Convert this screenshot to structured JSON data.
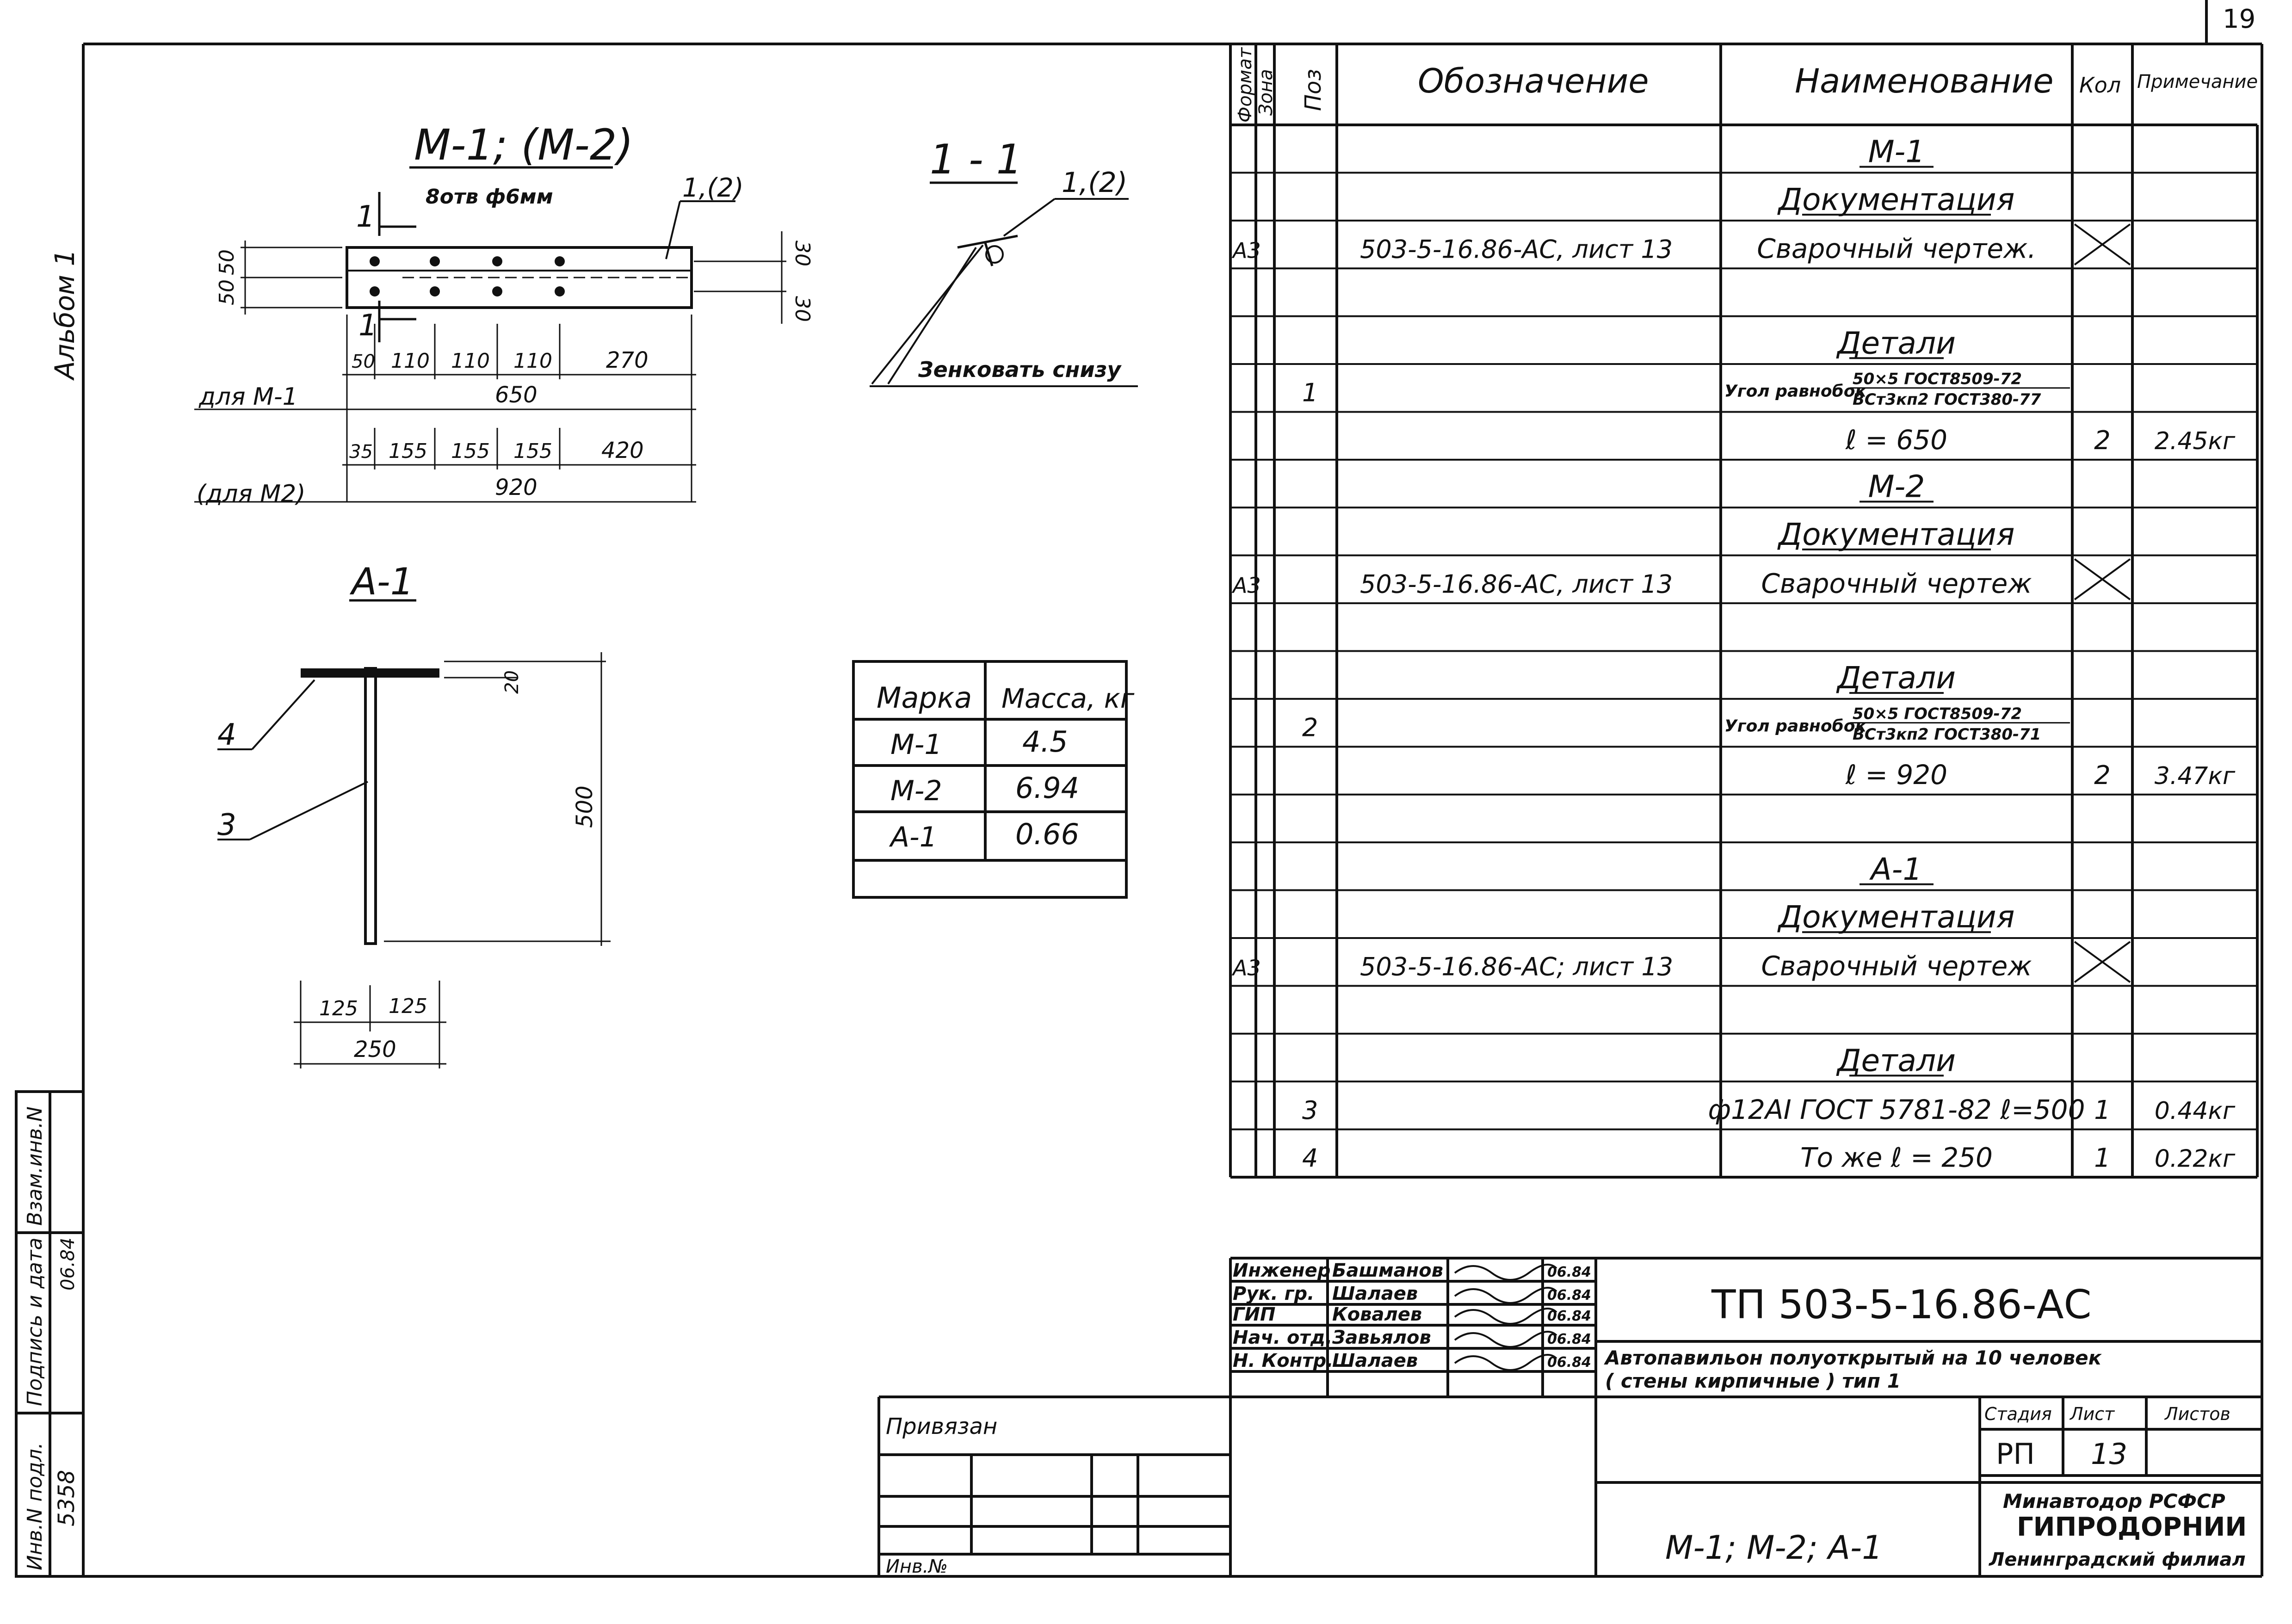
{
  "sheet_number_corner": "19",
  "side_album": "Альбом 1",
  "stamp_side": {
    "inv_podl_label": "Инв.N подл.",
    "inv_podl_value": "5358",
    "podpis_label": "Подпись и дата",
    "podpis_date": "06.84",
    "vzam_label": "Взам.инв.N"
  },
  "drawing": {
    "m1m2_title": "М-1; (М-2)",
    "holes_note": "8отв ф6мм",
    "ref_12": "1,(2)",
    "dims_m1": [
      "50",
      "110",
      "110",
      "110",
      "270"
    ],
    "total_m1": "650",
    "dims_m2": [
      "35",
      "155",
      "155",
      "155",
      "420"
    ],
    "total_m2": "920",
    "label_m1": "для М-1",
    "label_m2": "(для М2)",
    "height_dims": [
      "50",
      "50"
    ],
    "side_dims": [
      "30",
      "30"
    ],
    "section_mark": "1",
    "section_title": "1 - 1",
    "section_ref": "1,(2)",
    "zenkovat": "Зенковать снизу",
    "a1_title": "А-1",
    "a1_dim_20": "20",
    "a1_dim_500": "500",
    "a1_dims_bottom": [
      "125",
      "125"
    ],
    "a1_total": "250",
    "a1_label_4": "4",
    "a1_label_3": "3"
  },
  "mass_table": {
    "headers": [
      "Марка",
      "Масса, кг"
    ],
    "rows": [
      [
        "М-1",
        "4.5"
      ],
      [
        "М-2",
        "6.94"
      ],
      [
        "А-1",
        "0.66"
      ]
    ]
  },
  "spec_table": {
    "headers": {
      "format": "Формат",
      "zone": "Зона",
      "pos": "Поз",
      "designation": "Обозначение",
      "name": "Наименование",
      "qty": "Кол",
      "note": "Примечание"
    },
    "rows": [
      {
        "name": "М-1",
        "style": "title"
      },
      {
        "name": "Документация",
        "style": "title"
      },
      {
        "format": "А3",
        "designation": "503-5-16.86-АС, лист 13",
        "name": "Сварочный чертеж.",
        "cross": true
      },
      {},
      {
        "name": "Детали",
        "style": "title"
      },
      {
        "pos": "1",
        "name_frac_prefix": "Угол равнобок",
        "name_frac_top": "50×5 ГОСТ8509-72",
        "name_frac_bot": "ВСт3кп2 ГОСТ380-77"
      },
      {
        "name": "ℓ = 650",
        "qty": "2",
        "note": "2.45кг"
      },
      {
        "name": "М-2",
        "style": "title"
      },
      {
        "name": "Документация",
        "style": "title"
      },
      {
        "format": "А3",
        "designation": "503-5-16.86-АС, лист 13",
        "name": "Сварочный чертеж",
        "cross": true
      },
      {},
      {
        "name": "Детали",
        "style": "title"
      },
      {
        "pos": "2",
        "name_frac_prefix": "Угол равнобок",
        "name_frac_top": "50×5 ГОСТ8509-72",
        "name_frac_bot": "ВСт3кп2 ГОСТ380-71"
      },
      {
        "name": "ℓ = 920",
        "qty": "2",
        "note": "3.47кг"
      },
      {},
      {
        "name": "А-1",
        "style": "title"
      },
      {
        "name": "Документация",
        "style": "title"
      },
      {
        "format": "А3",
        "designation": "503-5-16.86-АС; лист 13",
        "name": "Сварочный чертеж",
        "cross": true
      },
      {},
      {
        "name": "Детали",
        "style": "title"
      },
      {
        "pos": "3",
        "name": "ф12АI ГОСТ 5781-82 ℓ=500",
        "qty": "1",
        "note": "0.44кг"
      },
      {
        "pos": "4",
        "name": "То же     ℓ = 250",
        "qty": "1",
        "note": "0.22кг"
      }
    ]
  },
  "title_block": {
    "doc_code": "ТП 503-5-16.86-АС",
    "project": "Автопавильон полуоткрытый на 10 человек",
    "project2": "( стены кирпичные ) тип 1",
    "staff": [
      {
        "role": "Инженер",
        "name": "Башманов",
        "date": "06.84"
      },
      {
        "role": "Рук. гр.",
        "name": "Шалаев",
        "date": "06.84"
      },
      {
        "role": "ГИП",
        "name": "Ковалев",
        "date": "06.84"
      },
      {
        "role": "Нач. отд.",
        "name": "Завьялов",
        "date": "06.84"
      },
      {
        "role": "Н. Контр.",
        "name": "Шалаев",
        "date": "06.84"
      }
    ],
    "stage_label": "Стадия",
    "sheet_label": "Лист",
    "sheets_label": "Листов",
    "stage": "РП",
    "sheet": "13",
    "sheets": "",
    "marks": "М-1; М-2; А-1",
    "org1": "Минавтодор РСФСР",
    "org2": "ГИПРОДОРНИИ",
    "org3": "Ленинградский филиал",
    "privyazan": "Привязан",
    "inv": "Инв.№"
  }
}
